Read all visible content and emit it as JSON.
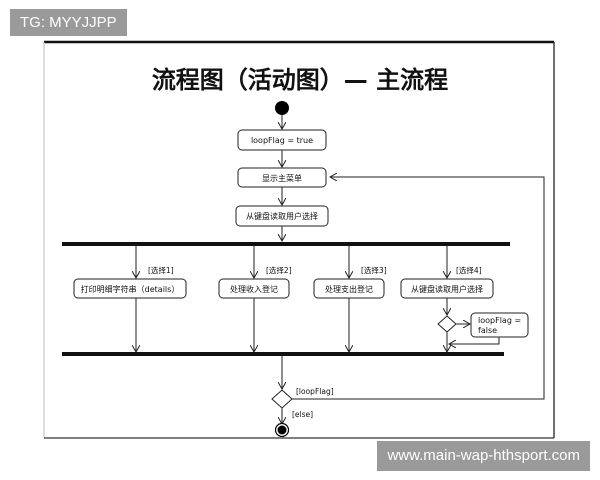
{
  "overlay": {
    "tag": "TG: MYYJJPP",
    "watermark": "www.main-wap-hthsport.com"
  },
  "diagram": {
    "title": "流程图（活动图）— 主流程",
    "nodes": {
      "init": "loopFlag = true",
      "menu": "显示主菜单",
      "read1": "从键盘读取用户选择",
      "print": "打印明细字符串（details）",
      "income": "处理收入登记",
      "expense": "处理支出登记",
      "read2": "从键盘读取用户选择",
      "setfalse_line1": "loopFlag =",
      "setfalse_line2": "false"
    },
    "guards": {
      "choice1": "[选择1]",
      "choice2": "[选择2]",
      "choice3": "[选择3]",
      "choice4": "[选择4]",
      "loop": "[loopFlag]",
      "else": "[else]"
    }
  }
}
